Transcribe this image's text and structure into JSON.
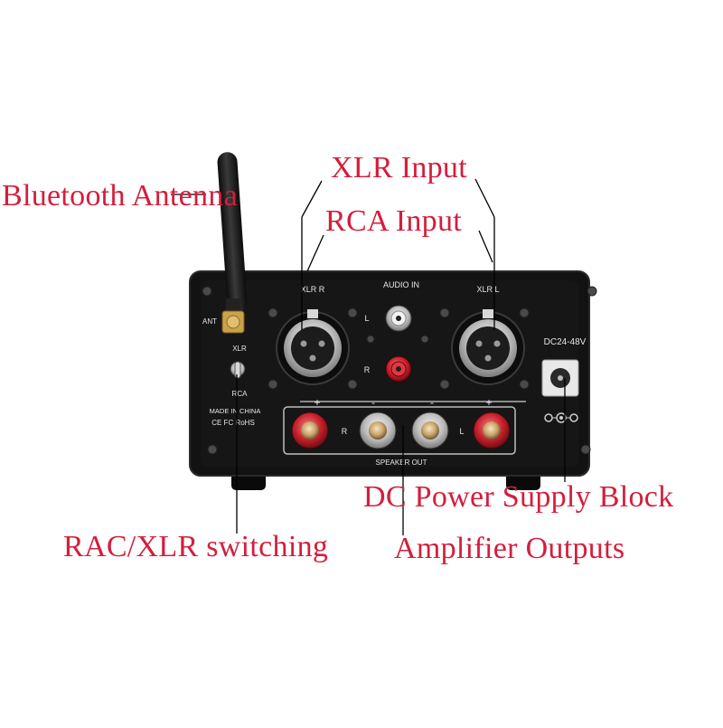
{
  "callouts": {
    "bluetooth_antenna": "Bluetooth Antenna",
    "xlr_input": "XLR Input",
    "rca_input": "RCA Input",
    "dc_power": "DC Power Supply Block",
    "switching": "RAC/XLR switching",
    "amplifier_outputs": "Amplifier Outputs"
  },
  "panel": {
    "audio_in": "AUDIO IN",
    "ant": "ANT",
    "xlr": "XLR",
    "rca": "RCA",
    "xlr_r": "XLR R",
    "xlr_l": "XLR L",
    "ch_l": "L",
    "ch_r": "R",
    "dc_rating": "DC24-48V",
    "made_in": "MADE IN CHINA",
    "certs": "CE FC RoHS",
    "speaker_out": "SPEAKER OUT",
    "plus": "+",
    "minus": "-",
    "out_r": "R",
    "out_l": "L"
  },
  "colors": {
    "callout_text": "#d41e3c",
    "chassis": "#121212",
    "rca_red": "#c8202c",
    "binding_gold": "#c9a46a"
  }
}
